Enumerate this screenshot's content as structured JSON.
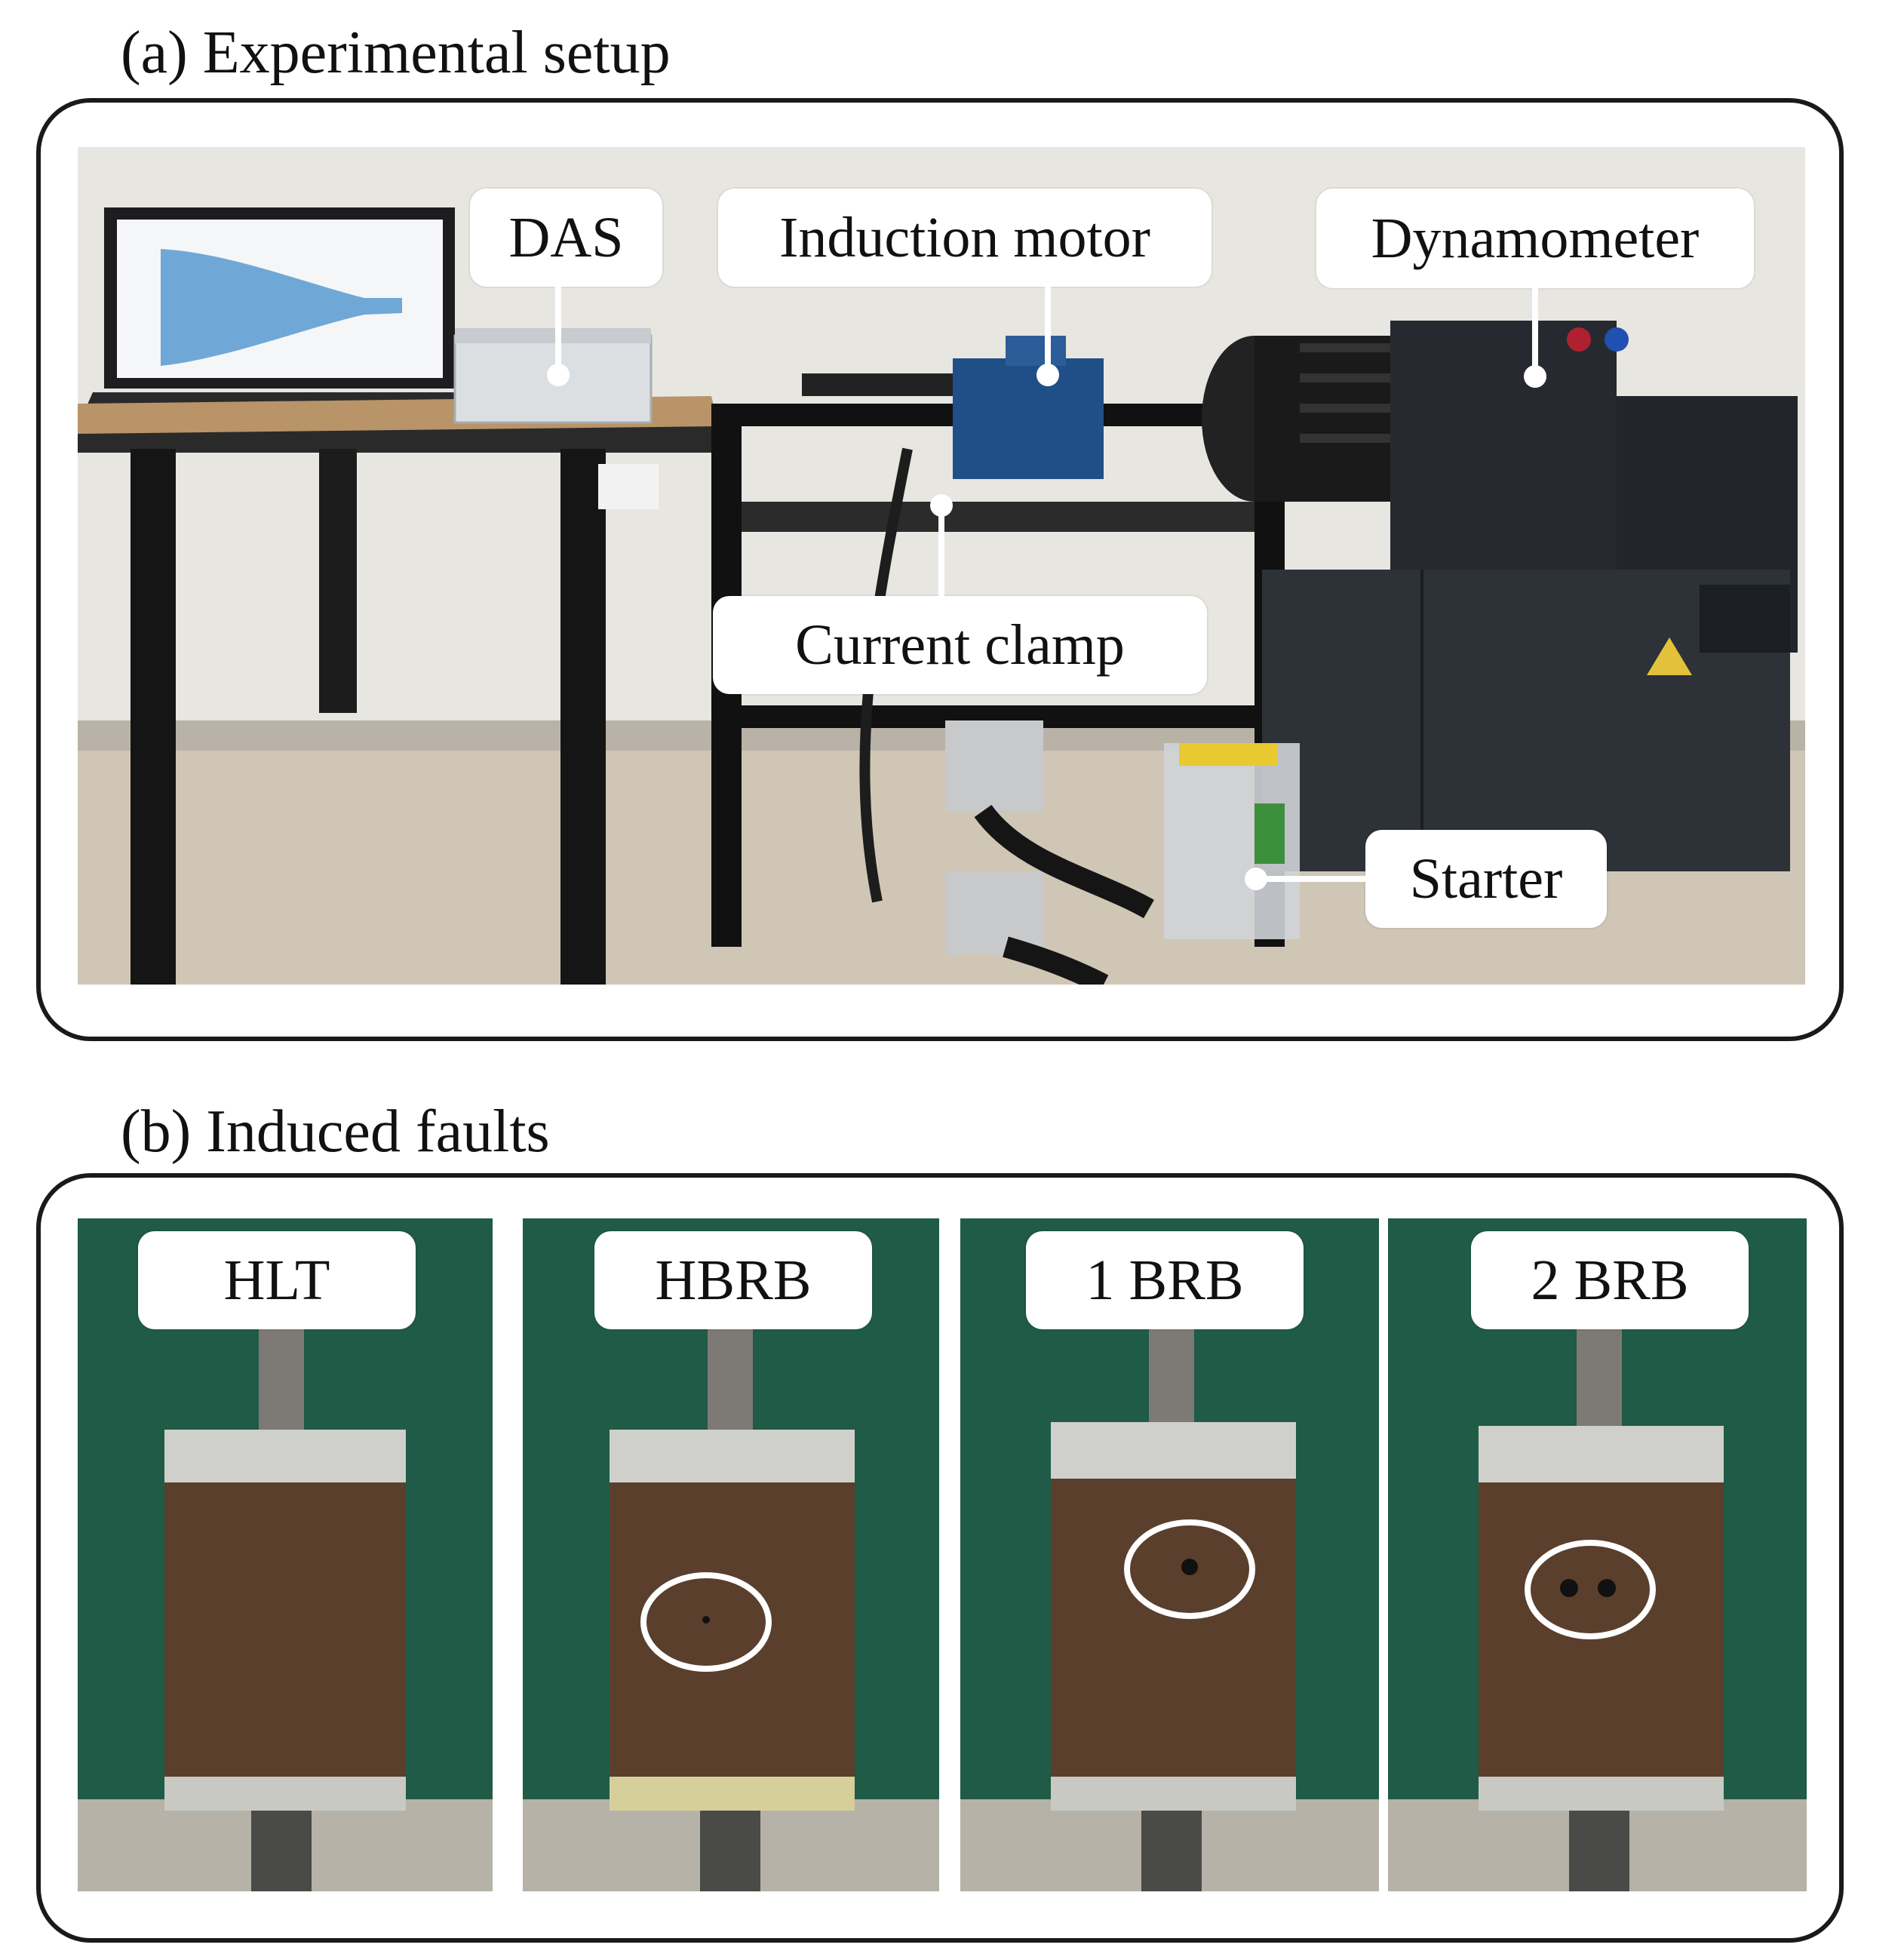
{
  "panel_a": {
    "title": "(a) Experimental setup",
    "labels": {
      "das": "DAS",
      "induction_motor": "Induction motor",
      "dynamometer": "Dynamometer",
      "current_clamp": "Current clamp",
      "starter": "Starter"
    }
  },
  "panel_b": {
    "title": "(b) Induced faults",
    "rotors": [
      {
        "label": "HLT",
        "holes": 0
      },
      {
        "label": "HBRB",
        "holes": 1
      },
      {
        "label": "1 BRB",
        "holes": 1
      },
      {
        "label": "2 BRB",
        "holes": 2
      }
    ]
  }
}
